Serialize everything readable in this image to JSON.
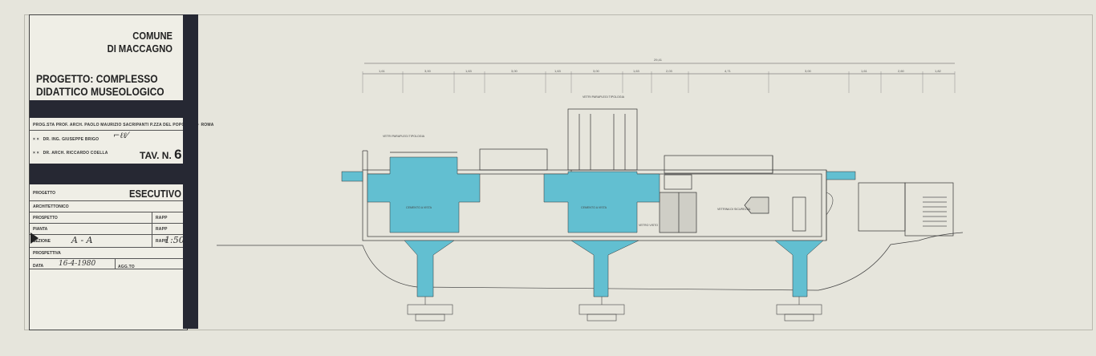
{
  "title_block": {
    "municipality_line1": "COMUNE",
    "municipality_line2": "DI MACCAGNO",
    "project_line1": "PROGETTO: COMPLESSO",
    "project_line2": "DIDATTICO MUSEOLOGICO",
    "studio_line": "PROG.STA  PROF. ARCH. PAOLO MAURIZIO SACRIPANTI  P.ZZA  DEL POPOLO 18 · ROMA",
    "engineer_line": "DR. ING. GIUSEPPE BRIGO",
    "architect_line": "DR. ARCH. RICCARDO COELLA",
    "tav_label": "TAV. N.",
    "tav_number": "6",
    "progetto_label": "PROGETTO",
    "progetto_value": "ESECUTIVO",
    "rows": {
      "architettonico": "ARCHITETTONICO",
      "prospetto": "PROSPETTO",
      "pianta": "PIANTA",
      "sezione": "SEZIONE",
      "prospettiva": "PROSPETTIVA"
    },
    "rapp_label": "RAPP",
    "section_value": "A - A",
    "scale_value": "1:50",
    "data_label": "DATA",
    "data_value": "16-4-1980",
    "agg_label": "AGG.TO"
  },
  "drawing": {
    "total_dim": "29,41",
    "dims": [
      "1,61",
      "3,00",
      "1,63",
      "3,00",
      "1,63",
      "3,00",
      "1,63",
      "2,03",
      "4,71",
      "3,00",
      "1,61",
      "2,60",
      "1,82"
    ],
    "labels": {
      "vetri_left": "VETRI PARAPLEGI TIPOLOGIA",
      "vetri_top": "VETRI PARAPLEGI TIPOLOGIA",
      "cemento_1": "CEMENTO A VISTA",
      "cemento_2": "CEMENTO A VISTA",
      "vetrina": "VETRINA DI SICUREZZA",
      "vetro": "VETRO VISTO"
    },
    "accent_color": "#62bfd1"
  }
}
